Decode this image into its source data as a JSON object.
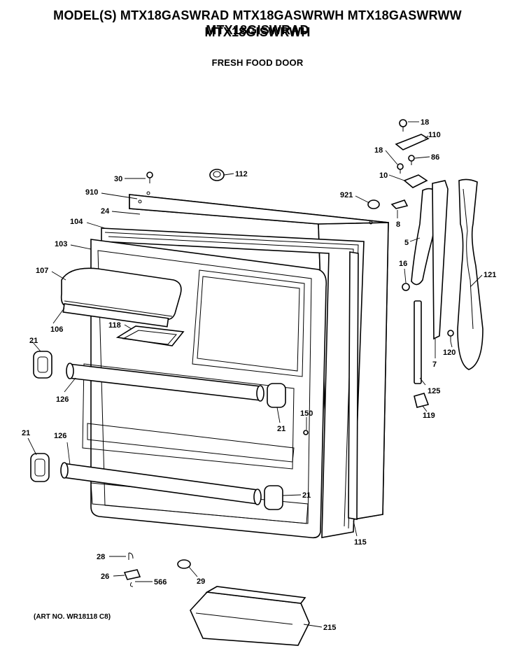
{
  "header": {
    "models_line1": "MODEL(S) MTX18GASWRAD  MTX18GASWRWH  MTX18GASWRWW  MTX18GISWRAD",
    "models_line2": "MTX18GISWRWH",
    "title": "FRESH FOOD DOOR"
  },
  "art_number": "(ART NO. WR18118 C8)",
  "callouts": [
    {
      "id": "c18a",
      "text": "18"
    },
    {
      "id": "c110",
      "text": "110"
    },
    {
      "id": "c18b",
      "text": "18"
    },
    {
      "id": "c86",
      "text": "86"
    },
    {
      "id": "c30",
      "text": "30"
    },
    {
      "id": "c112",
      "text": "112"
    },
    {
      "id": "c10",
      "text": "10"
    },
    {
      "id": "c910",
      "text": "910"
    },
    {
      "id": "c921",
      "text": "921"
    },
    {
      "id": "c24",
      "text": "24"
    },
    {
      "id": "c8",
      "text": "8"
    },
    {
      "id": "c104",
      "text": "104"
    },
    {
      "id": "c103",
      "text": "103"
    },
    {
      "id": "c5",
      "text": "5"
    },
    {
      "id": "c107",
      "text": "107"
    },
    {
      "id": "c16",
      "text": "16"
    },
    {
      "id": "c121",
      "text": "121"
    },
    {
      "id": "c106",
      "text": "106"
    },
    {
      "id": "c118",
      "text": "118"
    },
    {
      "id": "c21a",
      "text": "21"
    },
    {
      "id": "c120",
      "text": "120"
    },
    {
      "id": "c7",
      "text": "7"
    },
    {
      "id": "c126a",
      "text": "126"
    },
    {
      "id": "c125",
      "text": "125"
    },
    {
      "id": "c21b",
      "text": "21"
    },
    {
      "id": "c119",
      "text": "119"
    },
    {
      "id": "c150",
      "text": "150"
    },
    {
      "id": "c21c",
      "text": "21"
    },
    {
      "id": "c126b",
      "text": "126"
    },
    {
      "id": "c21d",
      "text": "21"
    },
    {
      "id": "c115",
      "text": "115"
    },
    {
      "id": "c28",
      "text": "28"
    },
    {
      "id": "c26",
      "text": "26"
    },
    {
      "id": "c566",
      "text": "566"
    },
    {
      "id": "c29",
      "text": "29"
    },
    {
      "id": "c215",
      "text": "215"
    }
  ]
}
